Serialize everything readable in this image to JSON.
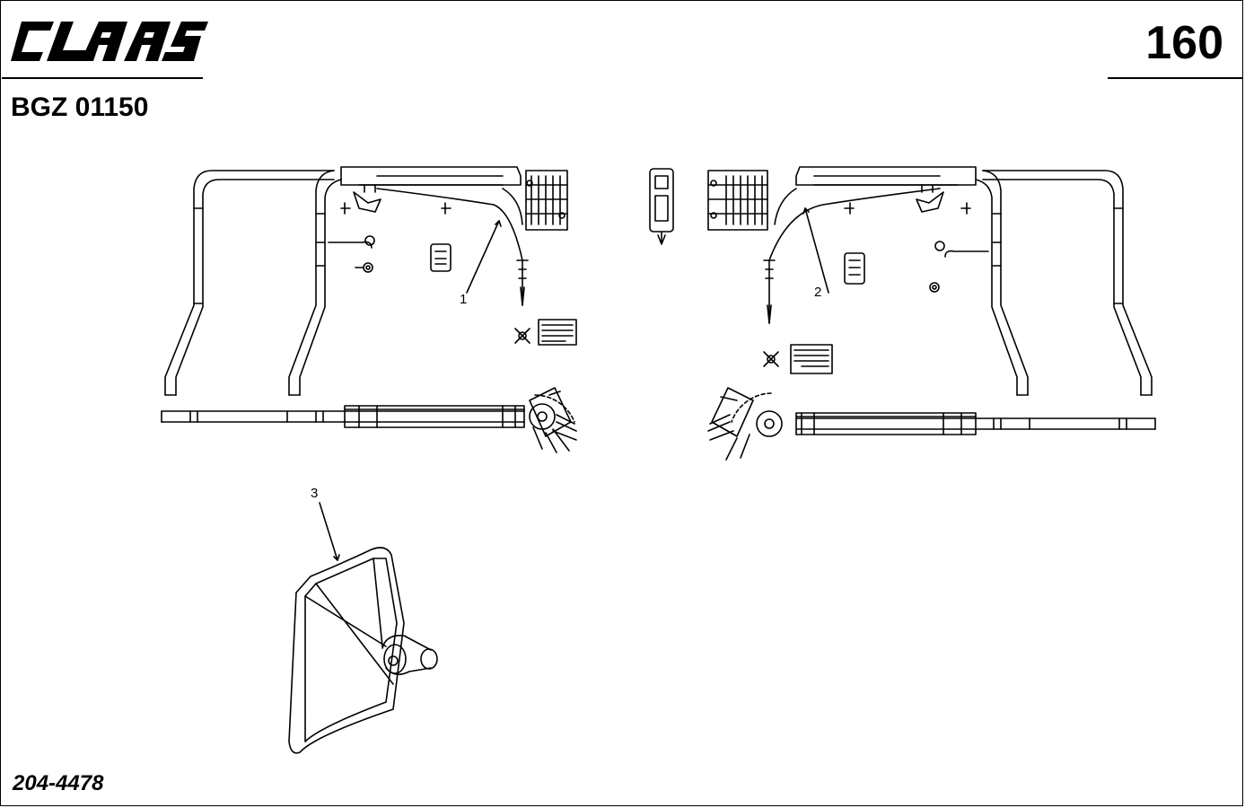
{
  "header": {
    "brand": "CLAAS",
    "page_number": "160",
    "group_code": "BGZ 01150"
  },
  "footer": {
    "drawing_number": "204-4478"
  },
  "callouts": {
    "left_mirror_arm": "1",
    "right_mirror_arm": "2",
    "mirror": "3"
  },
  "icons": [
    "claas-logo",
    "mirror-bracket-left",
    "mirror-bracket-right",
    "mirror-glass"
  ]
}
